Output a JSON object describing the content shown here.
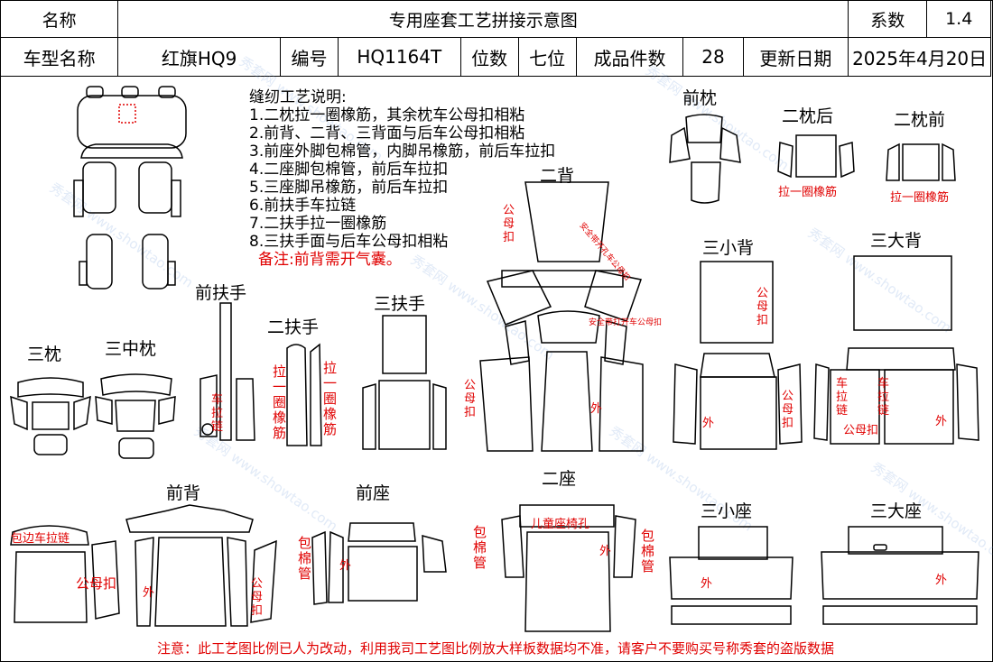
{
  "header": {
    "name_label": "名称",
    "title": "专用座套工艺拼接示意图",
    "coef_label": "系数",
    "coef_value": "1.4",
    "model_label": "车型名称",
    "model_value": "红旗HQ9",
    "code_label": "编号",
    "code_value": "HQ1164T",
    "seats_label": "位数",
    "seats_value": "七位",
    "pieces_label": "成品件数",
    "pieces_value": "28",
    "date_label": "更新日期",
    "date_value": "2025年4月20日"
  },
  "notes": {
    "title": "缝纫工艺说明:",
    "items": [
      "1.二枕拉一圈橡筋，其余枕车公母扣相粘",
      "2.前背、二背、三背面与后车公母扣相粘",
      "3.前座外脚包棉管，内脚吊橡筋，前后车拉扣",
      "4.二座脚包棉管，前后车拉扣",
      "5.三座脚吊橡筋，前后车拉扣",
      "6.前扶手车拉链",
      "7.二扶手拉一圈橡筋",
      "8.三扶手面与后车公母扣相粘"
    ],
    "remark": "备注:前背需开气囊。"
  },
  "parts": {
    "front_pillow": "前枕",
    "second_pillow_back": "二枕后",
    "second_pillow_front": "二枕前",
    "second_back": "二背",
    "third_small_back": "三小背",
    "third_big_back": "三大背",
    "front_armrest": "前扶手",
    "second_armrest": "二扶手",
    "third_armrest": "三扶手",
    "third_pillow": "三枕",
    "third_mid_pillow": "三中枕",
    "front_back": "前背",
    "front_seat": "前座",
    "second_seat": "二座",
    "third_small_seat": "三小座",
    "third_big_seat": "三大座"
  },
  "annotations": {
    "elastic_loop": "拉一圈橡筋",
    "elastic_loop_2": "拉一圈橡筋",
    "snap": "公母扣",
    "pull_zip": "车拉链",
    "outer": "外",
    "wrap_pipe": "包棉管",
    "wrap_zip": "包边车拉链",
    "child_hole": "儿童座椅孔",
    "belt_hole": "安全带打开车公母扣",
    "seatbelt": "安全带开孔车公母扣"
  },
  "footer": "注意：此工艺图比例已人为改动，利用我司工艺图比例放大样板数据均不准，请客户不要购买号称秀套的盗版数据",
  "watermark": "秀套网 www.showtao.com"
}
